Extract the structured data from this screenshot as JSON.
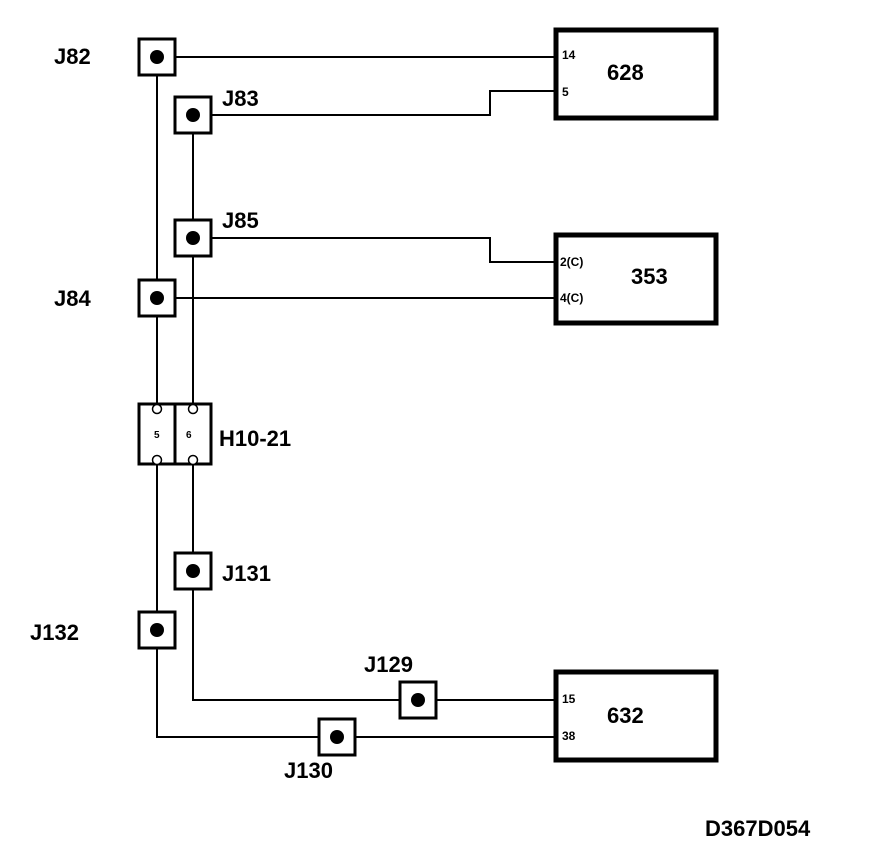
{
  "connectors": {
    "j82": "J82",
    "j83": "J83",
    "j85": "J85",
    "j84": "J84",
    "h10_21": "H10-21",
    "j131": "J131",
    "j132": "J132",
    "j129": "J129",
    "j130": "J130"
  },
  "harness_pins": {
    "left": "5",
    "right": "6"
  },
  "modules": [
    {
      "name": "628",
      "pins": [
        "14",
        "5"
      ]
    },
    {
      "name": "353",
      "pins": [
        "2(C)",
        "4(C)"
      ]
    },
    {
      "name": "632",
      "pins": [
        "15",
        "38"
      ]
    }
  ],
  "figure_id": "D367D054"
}
